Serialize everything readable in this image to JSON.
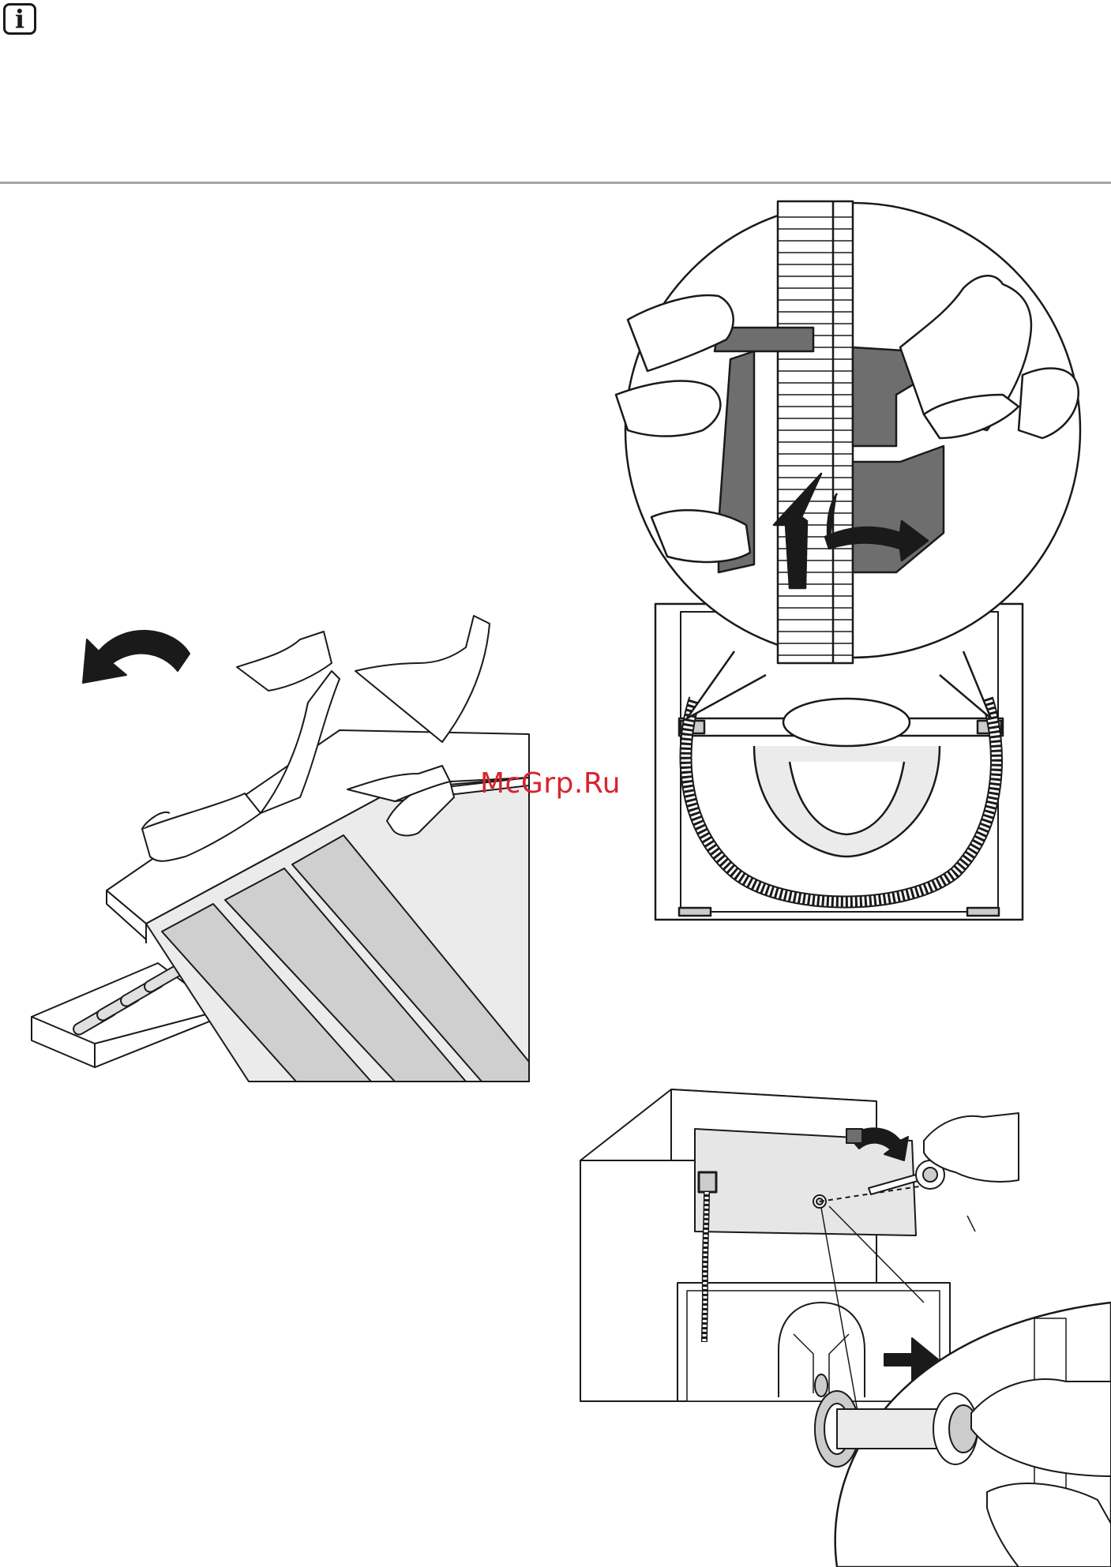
{
  "header": {
    "info_icon_glyph": "i"
  },
  "watermark": {
    "text": "McGrp.Ru",
    "color": "#d9242c"
  },
  "colors": {
    "line": "#1a1a1a",
    "panel_light": "#e6e6e6",
    "panel_mid": "#cccccc",
    "bracket": "#6e6e6e",
    "rule": "#a6a6a6"
  },
  "figures": [
    {
      "id": "tilting-machine",
      "icons": [
        "hand-icon",
        "rotate-arrow-icon"
      ]
    },
    {
      "id": "hose-bracket-detail",
      "icons": [
        "hand-icon",
        "bracket-icon",
        "hose-icon",
        "double-arrow-icon"
      ]
    },
    {
      "id": "transit-bolt-removal",
      "icons": [
        "spanner-icon",
        "bolt-icon",
        "rotate-arrow-icon",
        "pull-arrow-icon"
      ]
    }
  ]
}
